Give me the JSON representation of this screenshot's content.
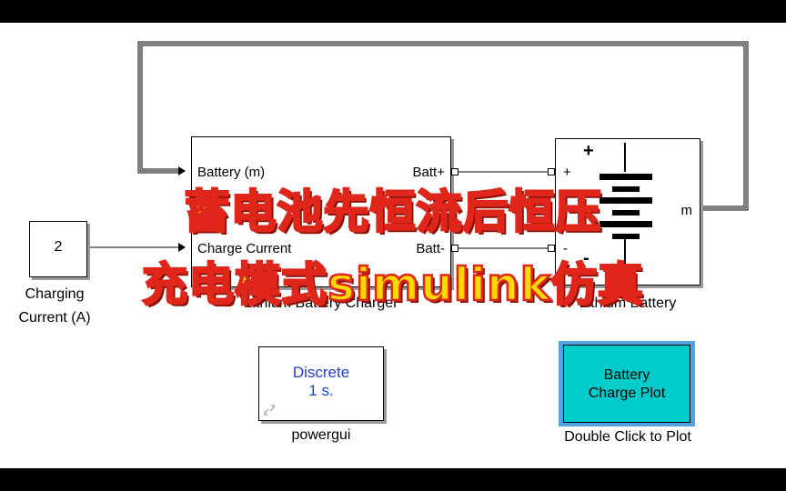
{
  "overlay": {
    "line1": "蓄电池先恒流后恒压",
    "line2": "充电模式simulink仿真"
  },
  "constant_block": {
    "value": "2",
    "label_line1": "Charging",
    "label_line2": "Current (A)"
  },
  "charger_block": {
    "ports_in": [
      "Battery (m)",
      "Charge Current"
    ],
    "ports_out": [
      "Batt+",
      "Batt-"
    ],
    "name": "Lithium Battery Charger"
  },
  "battery_block": {
    "plus": "+",
    "minus": "-",
    "port_plus": "+",
    "port_minus": "-",
    "port_m": "m",
    "name": "Lithium Battery"
  },
  "powergui_block": {
    "line1": "Discrete",
    "line2": "1 s.",
    "name": "powergui"
  },
  "plot_block": {
    "line1": "Battery",
    "line2": "Charge Plot",
    "name": "Double Click to Plot",
    "fill_color": "#00cccc",
    "highlight_color": "#4fa3e6"
  },
  "colors": {
    "overlay_fill": "#ffd800",
    "overlay_stroke": "#e0261a"
  }
}
